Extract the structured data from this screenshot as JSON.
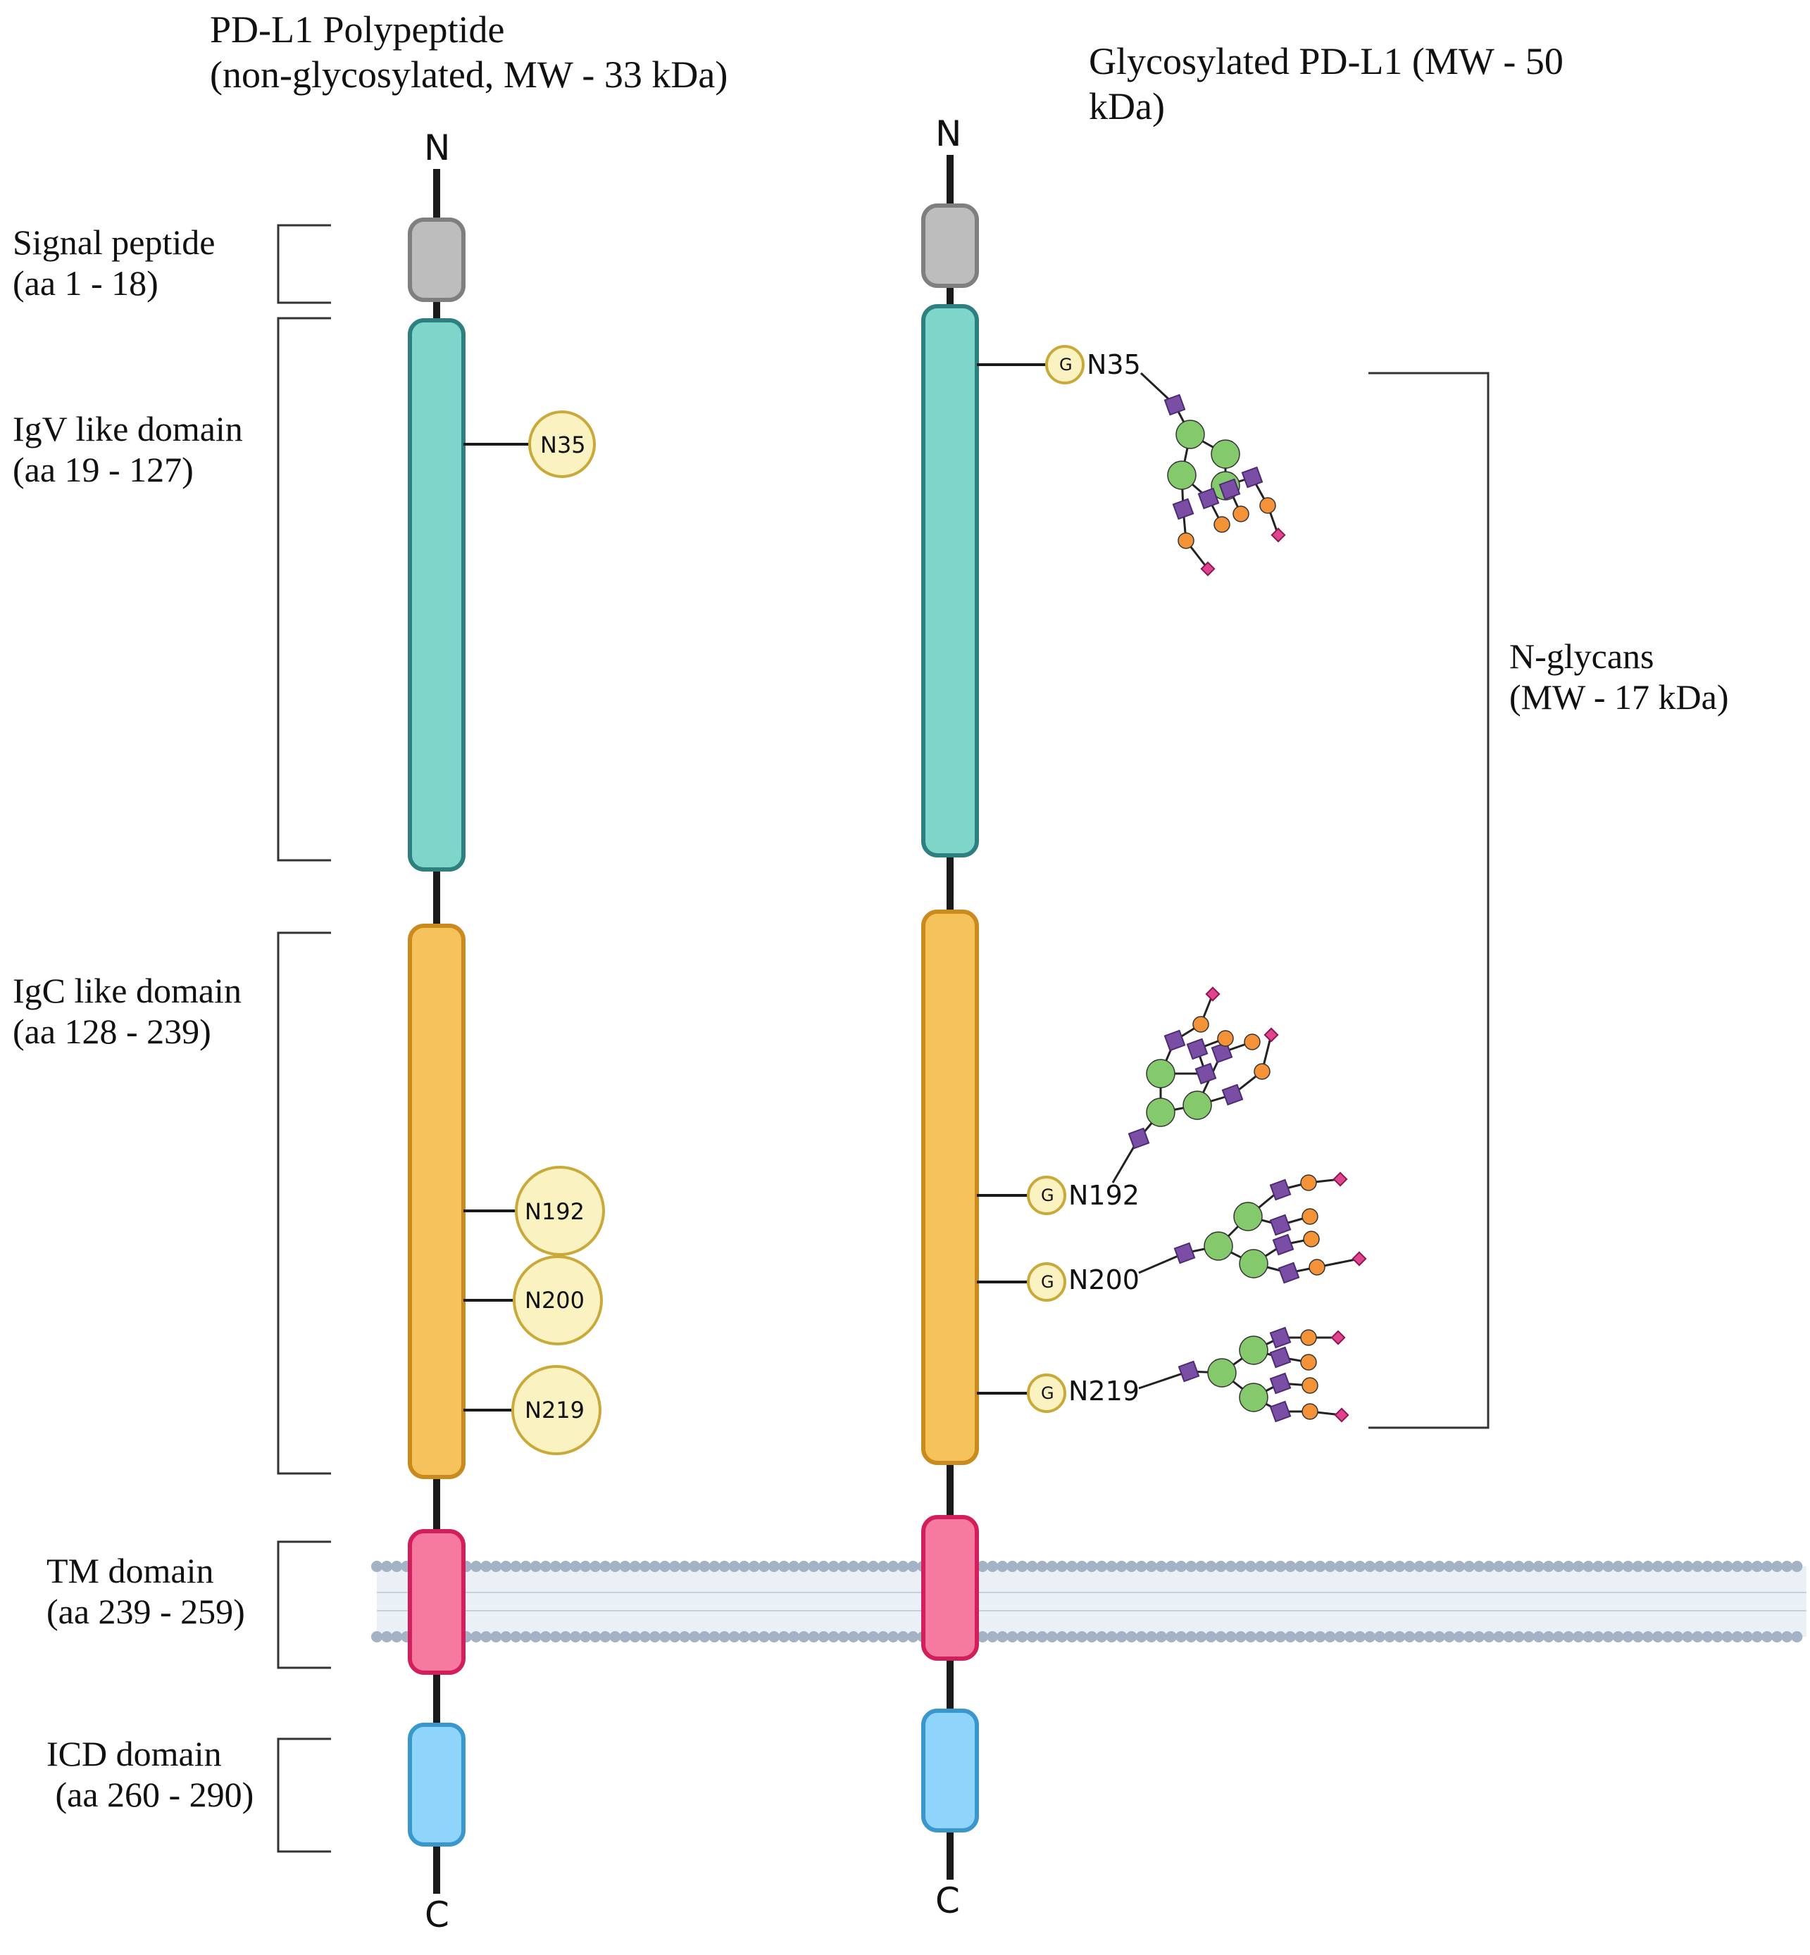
{
  "titles": {
    "left": "PD-L1 Polypeptide\n(non-glycosylated, MW - 33 kDa)",
    "right": "Glycosylated PD-L1 (MW - 50\nkDa)"
  },
  "termini": {
    "n": "N",
    "c": "C"
  },
  "domains": [
    {
      "label": "Signal peptide\n(aa 1 - 18)",
      "color": "#bdbdbd",
      "stroke": "#7f7f7f"
    },
    {
      "label": "IgV like domain\n(aa 19 - 127)",
      "color": "#7dd6c9",
      "stroke": "#2e7f7f"
    },
    {
      "label": "IgC like domain\n(aa 128 - 239)",
      "color": "#f6c25c",
      "stroke": "#c98a1e"
    },
    {
      "label": "TM domain\n(aa 239 - 259)",
      "color": "#f67a9f",
      "stroke": "#d21f5c"
    },
    {
      "label": "ICD domain\n (aa 260 - 290)",
      "color": "#8fd4fb",
      "stroke": "#3a97cc"
    }
  ],
  "sites": [
    "N35",
    "N192",
    "N200",
    "N219"
  ],
  "g_badge": "G",
  "nglycans": {
    "label": "N-glycans\n(MW - 17 kDa)"
  },
  "colors": {
    "badge_fill": "#fbf2c2",
    "badge_stroke": "#c9a93a",
    "glcnac": "#7b4ea6",
    "mannose": "#84c96b",
    "galactose": "#f39237",
    "sialic": "#e2438f",
    "membrane": "#a3b2c5",
    "membrane_tail": "#dbe3ee"
  }
}
